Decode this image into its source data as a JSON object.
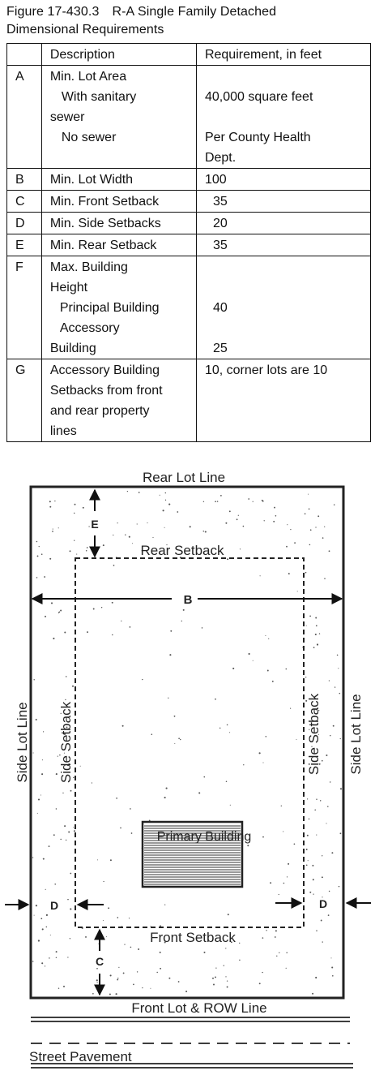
{
  "caption": {
    "figure_number": "Figure 17-430.3",
    "title_part1": "R-A Single Family Detached",
    "title_part2": "Dimensional Requirements"
  },
  "table": {
    "headers": [
      "",
      "Description",
      "Requirement, in feet"
    ],
    "rows": [
      {
        "letter": "A",
        "desc": "Min. Lot Area",
        "sub1": "With sanitary",
        "sub1b": "sewer",
        "sub2": "No sewer",
        "req1": "40,000 square feet",
        "req2a": "Per County Health",
        "req2b": "Dept."
      },
      {
        "letter": "B",
        "desc": "Min. Lot Width",
        "req": "100"
      },
      {
        "letter": "C",
        "desc": "Min. Front Setback",
        "req": "35"
      },
      {
        "letter": "D",
        "desc": "Min. Side Setbacks",
        "req": "20"
      },
      {
        "letter": "E",
        "desc": "Min. Rear Setback",
        "req": "35"
      },
      {
        "letter": "F",
        "desc1": "Max. Building",
        "desc2": "Height",
        "sub1": "Principal Building",
        "sub2a": "Accessory",
        "sub2b": "Building",
        "req1": "40",
        "req2": "25"
      },
      {
        "letter": "G",
        "desc1": "Accessory Building",
        "desc2": "Setbacks from front",
        "desc3": "and rear property",
        "desc4": "lines",
        "req": "10, corner lots are 10"
      }
    ]
  },
  "diagram": {
    "rear_lot_line": "Rear Lot Line",
    "rear_setback": "Rear Setback",
    "front_setback": "Front Setback",
    "side_lot_line_left": "Side Lot Line",
    "side_lot_line_right": "Side Lot Line",
    "side_setback_left": "Side Setback",
    "side_setback_right": "Side Setback",
    "primary_building": "Primary Building",
    "front_lot_row": "Front Lot & ROW Line",
    "street_pavement": "Street Pavement",
    "label_b": "B",
    "label_c": "C",
    "label_d_left": "D",
    "label_d_right": "D",
    "label_e": "E"
  }
}
